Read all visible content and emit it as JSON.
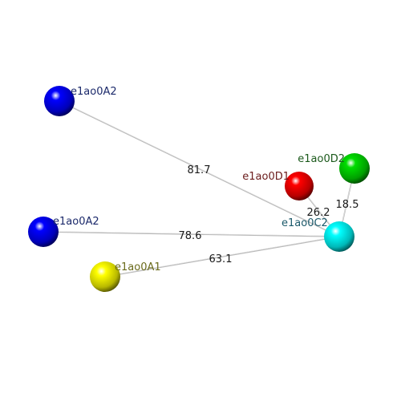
{
  "diagram": {
    "nodes": [
      {
        "id": "n_a2_top",
        "label": "e1ao0A2",
        "color": "#0000ff",
        "label_color": "#1c2a6b"
      },
      {
        "id": "n_a2_mid",
        "label": "e1ao0A2",
        "color": "#0000ff",
        "label_color": "#1c2a6b"
      },
      {
        "id": "n_a1",
        "label": "e1ao0A1",
        "color": "#ffff00",
        "label_color": "#6b6b1c"
      },
      {
        "id": "n_d1",
        "label": "e1ao0D1",
        "color": "#ff0000",
        "label_color": "#6b1c1c"
      },
      {
        "id": "n_d2",
        "label": "e1ao0D2",
        "color": "#00dd00",
        "label_color": "#1c5a1c"
      },
      {
        "id": "n_c2",
        "label": "e1ao0C2",
        "color": "#00ffff",
        "label_color": "#1c5a6b"
      }
    ],
    "edges": [
      {
        "from": "n_a2_top",
        "to": "n_c2",
        "label": "81.7"
      },
      {
        "from": "n_a2_mid",
        "to": "n_c2",
        "label": "78.6"
      },
      {
        "from": "n_a1",
        "to": "n_c2",
        "label": "63.1"
      },
      {
        "from": "n_d1",
        "to": "n_c2",
        "label": "26.2"
      },
      {
        "from": "n_d2",
        "to": "n_c2",
        "label": "18.5"
      }
    ]
  }
}
